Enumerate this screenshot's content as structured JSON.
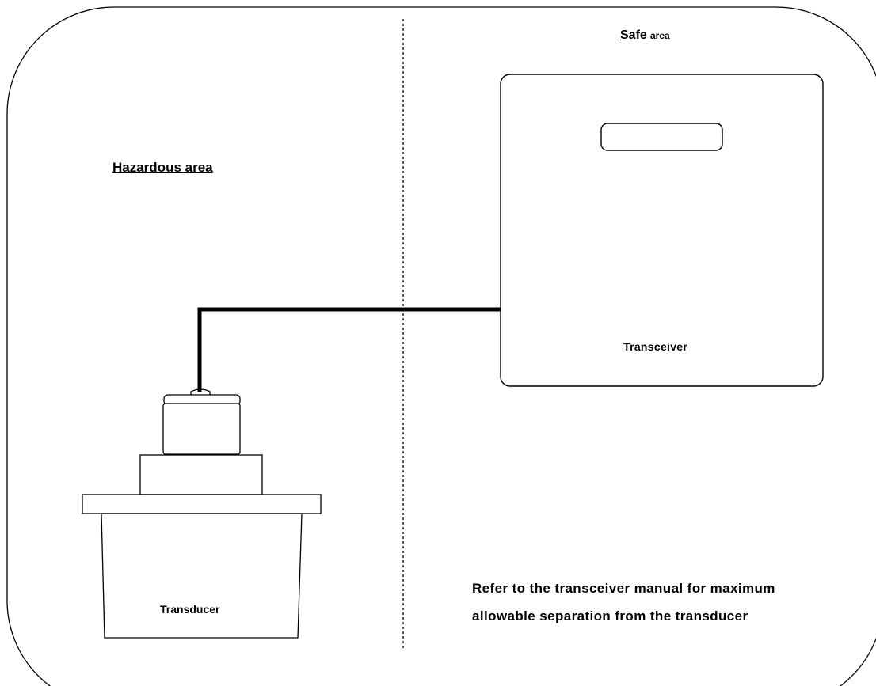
{
  "zones": {
    "safe_label_word": "Safe",
    "safe_label_rest": "area",
    "hazardous_label": "Hazardous area"
  },
  "devices": {
    "transceiver_label": "Transceiver",
    "transducer_label": "Transducer"
  },
  "note": {
    "line1": "Refer to the transceiver manual for maximum",
    "line2": "allowable separation from the transducer"
  }
}
